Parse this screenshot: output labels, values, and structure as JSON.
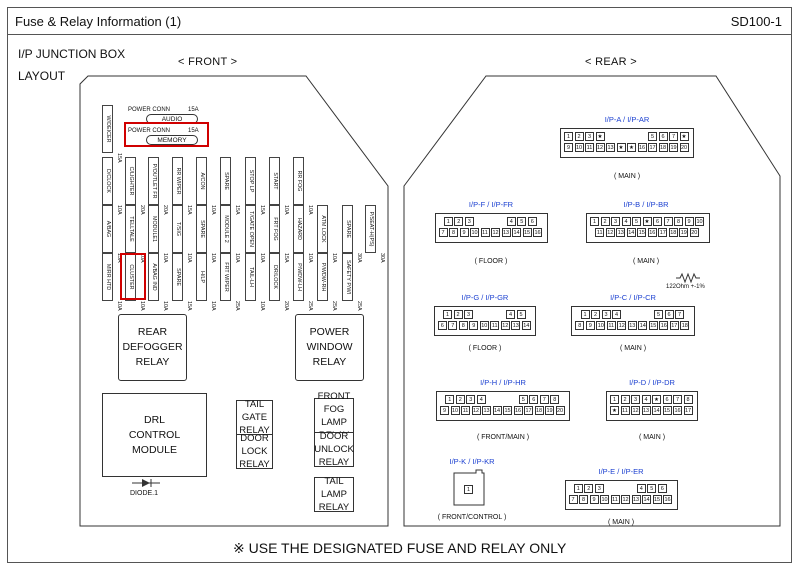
{
  "header": {
    "title": "Fuse & Relay Information (1)",
    "code": "SD100-1"
  },
  "section": {
    "line1": "I/P JUNCTION BOX",
    "line2": "LAYOUT"
  },
  "front_label": "< FRONT >",
  "rear_label": "< REAR >",
  "power_conn": [
    {
      "label": "POWER CONN",
      "amp": "15A",
      "name": "AUDIO"
    },
    {
      "label": "POWER CONN",
      "amp": "15A",
      "name": "MEMORY"
    }
  ],
  "fuse_rows": [
    [
      {
        "name": "W/DEICER",
        "amp": "15A"
      }
    ],
    [
      {
        "name": "D/CLOCK",
        "amp": "10A"
      },
      {
        "name": "C/LIGHTER",
        "amp": "20A"
      },
      {
        "name": "P/OUTLET FR",
        "amp": "20A"
      },
      {
        "name": "RR WIPER",
        "amp": "15A"
      },
      {
        "name": "A/CON",
        "amp": "10A"
      },
      {
        "name": "SPARE",
        "amp": "15A"
      },
      {
        "name": "STOP LP",
        "amp": "15A"
      },
      {
        "name": "START",
        "amp": "10A"
      },
      {
        "name": "RR FOG",
        "amp": "10A"
      }
    ],
    [
      {
        "name": "A/BAG",
        "amp": "15A"
      },
      {
        "name": "TELLTALE",
        "amp": "10A"
      },
      {
        "name": "MODULE1",
        "amp": "10A"
      },
      {
        "name": "T/SIG",
        "amp": "10A"
      },
      {
        "name": "SPARE",
        "amp": "10A"
      },
      {
        "name": "MODULE 2",
        "amp": "10A"
      },
      {
        "name": "T/GATE OPEN",
        "amp": "10A"
      },
      {
        "name": "FRT FOG",
        "amp": "15A"
      },
      {
        "name": "HAZARD",
        "amp": "10A"
      },
      {
        "name": "ATM LOCK",
        "amp": "10A"
      },
      {
        "name": "SPARE",
        "amp": "30A"
      },
      {
        "name": "P/SEAT-H(PS)",
        "amp": "30A"
      }
    ],
    [
      {
        "name": "MIRR HTD",
        "amp": "10A"
      },
      {
        "name": "CLUSTER",
        "amp": "10A"
      },
      {
        "name": "A/BAG IND",
        "amp": "10A"
      },
      {
        "name": "SPARE",
        "amp": "15A"
      },
      {
        "name": "H/LP",
        "amp": "10A"
      },
      {
        "name": "FRT WIPER",
        "amp": "25A"
      },
      {
        "name": "TAIL-LH",
        "amp": "10A"
      },
      {
        "name": "DR/LOCK",
        "amp": "20A"
      },
      {
        "name": "P/WDW-LH",
        "amp": "25A"
      },
      {
        "name": "P/WDW-RH",
        "amp": "25A"
      },
      {
        "name": "SAFETY P/WI",
        "amp": "25A"
      }
    ]
  ],
  "relays": {
    "rear_defogger": [
      "REAR",
      "DEFOGGER",
      "RELAY"
    ],
    "power_window": [
      "POWER",
      "WINDOW",
      "RELAY"
    ],
    "drl": [
      "DRL",
      "CONTROL",
      "MODULE"
    ],
    "diode": "DIODE.1",
    "tail_gate": [
      "TAIL",
      "GATE",
      "RELAY"
    ],
    "door_lock": [
      "DOOR",
      "LOCK",
      "RELAY"
    ],
    "front_fog": [
      "FRONT",
      "FOG LAMP",
      "RELAY"
    ],
    "door_unlock": [
      "DOOR",
      "UNLOCK",
      "RELAY"
    ],
    "tail_lamp": [
      "TAIL",
      "LAMP",
      "RELAY"
    ]
  },
  "connectors": {
    "ipa": {
      "title": "I/P-A  / I/P-AR",
      "caption": "( MAIN )",
      "row1": [
        "1",
        "2",
        "3",
        "★",
        "",
        "",
        "",
        "",
        "5",
        "6",
        "7",
        "★"
      ],
      "row2": [
        "9",
        "10",
        "11",
        "12",
        "13",
        "★",
        "★",
        "16",
        "17",
        "18",
        "19",
        "20"
      ]
    },
    "ipf": {
      "title": "I/P-F  / I/P-FR",
      "caption": "( FLOOR )",
      "row1": [
        "1",
        "2",
        "3",
        "",
        "",
        "",
        "4",
        "5",
        "6"
      ],
      "row2": [
        "7",
        "8",
        "9",
        "10",
        "11",
        "12",
        "13",
        "14",
        "15",
        "16"
      ]
    },
    "ipb": {
      "title": "I/P-B  / I/P-BR",
      "caption": "( MAIN )",
      "row1": [
        "1",
        "2",
        "3",
        "4",
        "5",
        "★",
        "6",
        "7",
        "8",
        "9",
        "10"
      ],
      "row2": [
        "11",
        "12",
        "13",
        "14",
        "15",
        "16",
        "17",
        "18",
        "19",
        "20"
      ]
    },
    "ipg": {
      "title": "I/P-G  / I/P-GR",
      "caption": "( FLOOR )",
      "row1": [
        "1",
        "2",
        "3",
        "",
        "",
        "",
        "4",
        "5"
      ],
      "row2": [
        "6",
        "7",
        "8",
        "9",
        "10",
        "11",
        "12",
        "13",
        "14"
      ]
    },
    "ipc": {
      "title": "I/P-C  / I/P-CR",
      "caption": "( MAIN )",
      "row1": [
        "1",
        "2",
        "3",
        "4",
        "",
        "",
        "",
        "5",
        "6",
        "7"
      ],
      "row2": [
        "8",
        "9",
        "10",
        "11",
        "12",
        "13",
        "14",
        "15",
        "16",
        "17",
        "18"
      ]
    },
    "iph": {
      "title": "I/P-H  / I/P-HR",
      "caption": "( FRONT/MAIN )",
      "row1": [
        "1",
        "2",
        "3",
        "4",
        "",
        "",
        "",
        "5",
        "6",
        "7",
        "8"
      ],
      "row2": [
        "9",
        "10",
        "11",
        "12",
        "13",
        "14",
        "15",
        "16",
        "17",
        "18",
        "19",
        "20"
      ]
    },
    "ipd": {
      "title": "I/P-D  / I/P-DR",
      "caption": "( MAIN )",
      "row1": [
        "1",
        "2",
        "3",
        "4",
        "★",
        "6",
        "7",
        "8"
      ],
      "row2": [
        "★",
        "11",
        "12",
        "13",
        "14",
        "15",
        "16",
        "17"
      ]
    },
    "ipk": {
      "title": "I/P-K  / I/P-KR",
      "caption": "( FRONT/CONTROL )",
      "pin": "1"
    },
    "ipe": {
      "title": "I/P-E  / I/P-ER",
      "caption": "( MAIN )",
      "row1": [
        "1",
        "2",
        "3",
        "",
        "",
        "",
        "4",
        "5",
        "6"
      ],
      "row2": [
        "7",
        "8",
        "9",
        "10",
        "11",
        "12",
        "13",
        "14",
        "15",
        "16"
      ]
    }
  },
  "resistor_note": "122Ohm +-1%",
  "footer": "※ USE THE DESIGNATED FUSE AND RELAY ONLY"
}
